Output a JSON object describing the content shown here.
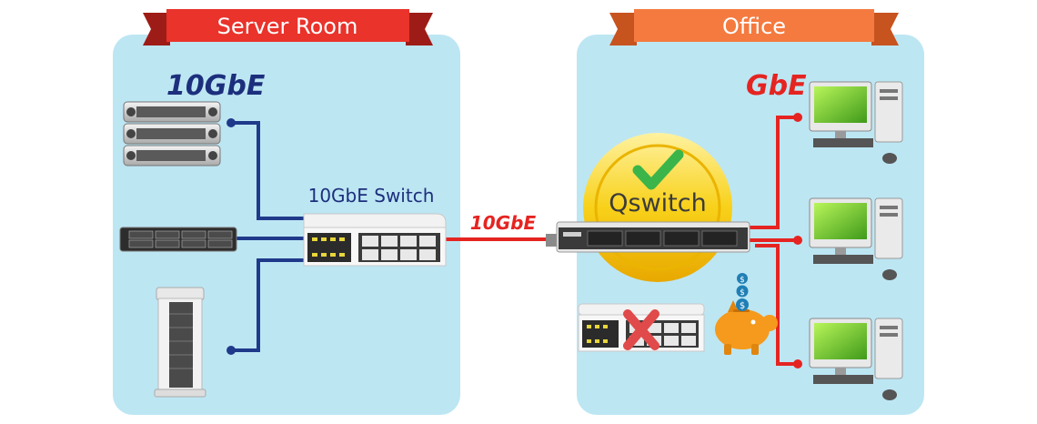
{
  "server_room": {
    "banner_label": "Server Room",
    "speed_label": "10GbE",
    "switch_label": "10GbE Switch"
  },
  "uplink": {
    "speed_label": "10GbE"
  },
  "office": {
    "banner_label": "Office",
    "speed_label": "GbE",
    "badge_label": "Qswitch"
  },
  "colors": {
    "panel_bg": "#bde6f3",
    "banner_server": "#e9332b",
    "banner_office": "#f47a3f",
    "speed_10gbe_text": "#1c2f7c",
    "speed_gbe_text": "#e52421",
    "line_blue": "#1f3a8a",
    "line_red": "#e52421",
    "coin_gold": "#f5c200",
    "check_green": "#3bb54a",
    "cross_red": "#e04a4a",
    "pig_orange": "#f59a1c"
  },
  "icons": [
    "rack-server-icon",
    "nas-icon",
    "tower-server-icon",
    "switch-10gbe-icon",
    "qswitch-icon",
    "checkmark-icon",
    "cross-icon",
    "piggy-bank-icon",
    "coin-dollar-icon",
    "desktop-pc-icon"
  ]
}
